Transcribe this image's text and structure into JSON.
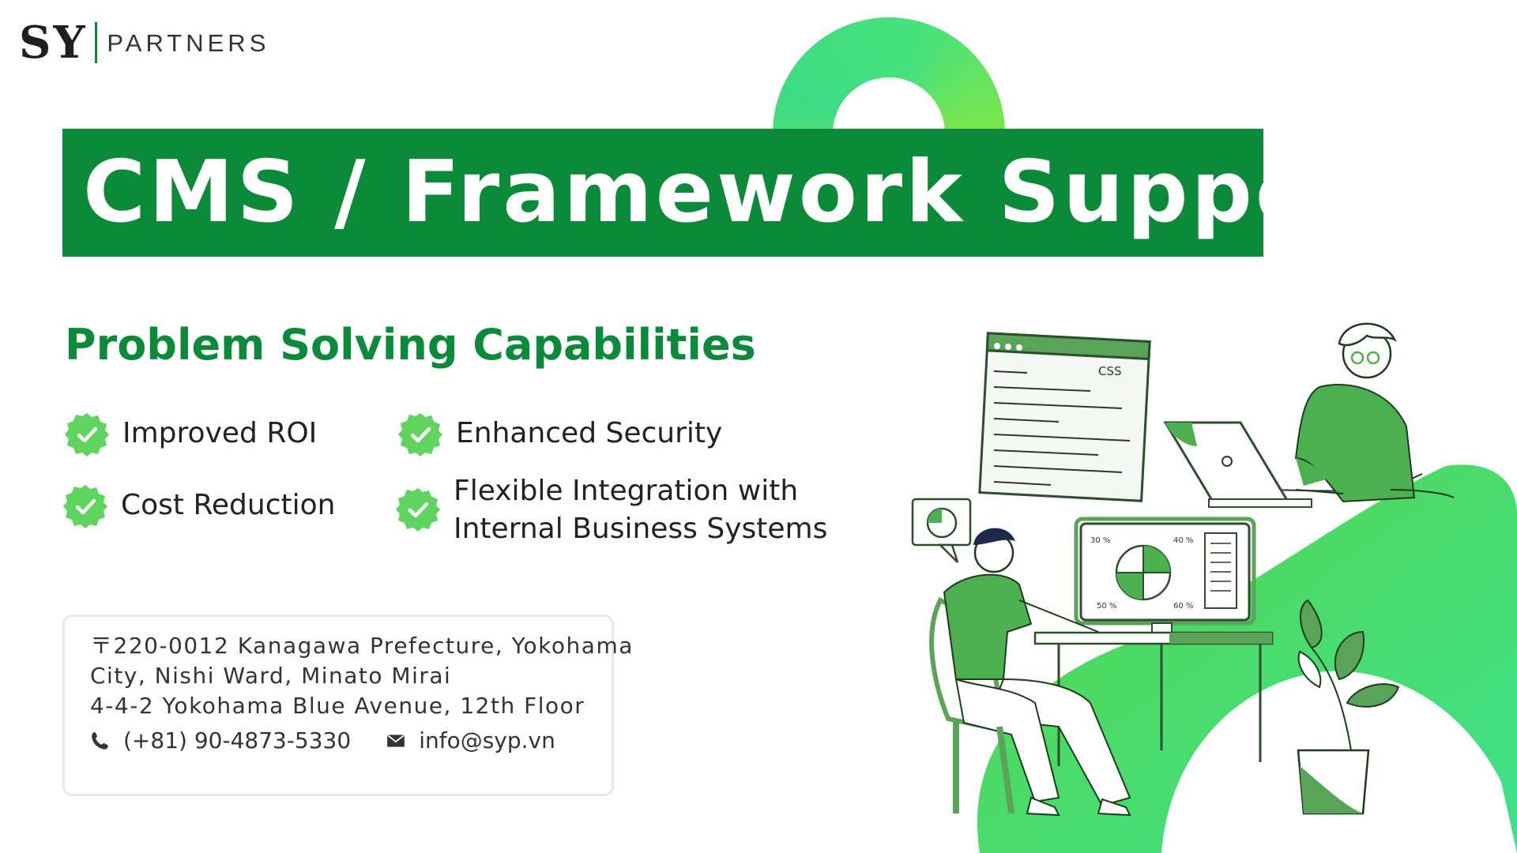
{
  "logo": {
    "mark": "SY",
    "word": "PARTNERS"
  },
  "title": "CMS / Framework Support",
  "subtitle": "Problem Solving Capabilities",
  "features": [
    {
      "lines": [
        "Improved ROI"
      ]
    },
    {
      "lines": [
        "Enhanced Security"
      ]
    },
    {
      "lines": [
        "Cost Reduction"
      ]
    },
    {
      "lines": [
        "Flexible Integration with",
        "Internal Business Systems"
      ]
    }
  ],
  "contact": {
    "address_lines": [
      "〒220-0012 Kanagawa Prefecture, Yokohama",
      "City, Nishi Ward, Minato Mirai",
      "4-4-2 Yokohama Blue Avenue, 12th Floor"
    ],
    "phone": "(+81) 90-4873-5330",
    "email": "info@syp.vn",
    "phone_icon": "phone-icon",
    "email_icon": "envelope-icon"
  },
  "illustration": {
    "code_window_label": "CSS",
    "chart_labels": [
      "30 %",
      "40 %",
      "50 %",
      "60 %"
    ]
  },
  "colors": {
    "brand_green": "#0b8a3a",
    "accent_green": "#3cc84a",
    "light_green": "#5fd45f"
  }
}
